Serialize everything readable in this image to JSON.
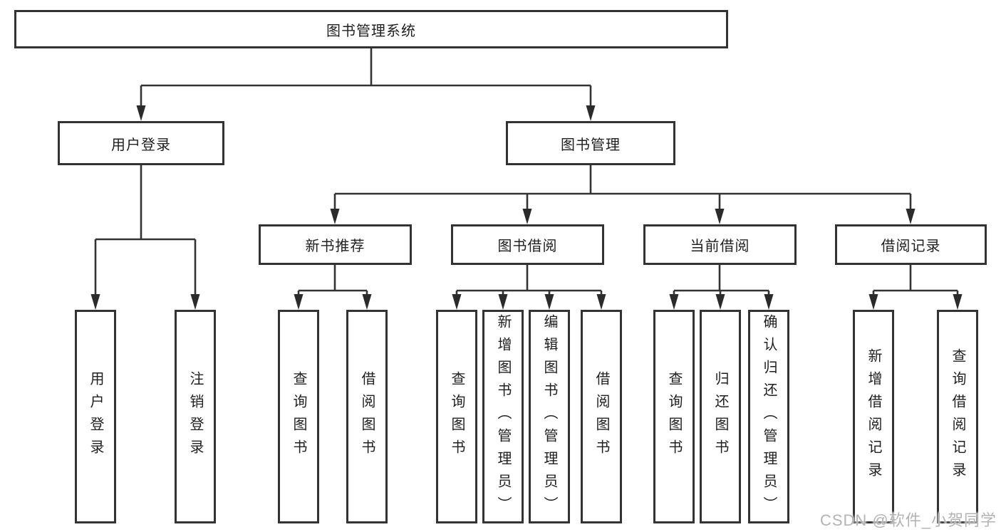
{
  "diagram": {
    "root": {
      "label": "图书管理系统"
    },
    "level2": {
      "user_login": {
        "label": "用户登录"
      },
      "book_mgmt": {
        "label": "图书管理"
      }
    },
    "level3": {
      "new_book_rec": {
        "label": "新书推荐"
      },
      "book_borrow": {
        "label": "图书借阅"
      },
      "current_borrow": {
        "label": "当前借阅"
      },
      "borrow_records": {
        "label": "借阅记录"
      }
    },
    "leaves": {
      "user_login": [
        "用户登录",
        "注销登录"
      ],
      "new_book_rec": [
        "查询图书",
        "借阅图书"
      ],
      "book_borrow": [
        "查询图书",
        "新增图书（管理员）",
        "编辑图书（管理员）",
        "借阅图书"
      ],
      "current_borrow": [
        "查询图书",
        "归还图书",
        "确认归还（管理员）"
      ],
      "borrow_records": [
        "新增借阅记录",
        "查询借阅记录"
      ]
    }
  },
  "watermark": {
    "text": "CSDN @软件_小贺同学"
  },
  "colors": {
    "line": "#333333",
    "border": "#333333",
    "text": "#1f1f1f",
    "watermark": "#b3b3b3",
    "background": "#ffffff"
  }
}
